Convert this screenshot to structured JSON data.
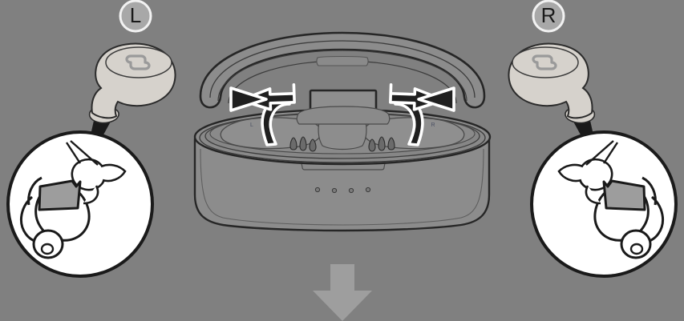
{
  "diagram": {
    "title": "Earbuds charging case setup step",
    "background_color": "#808080",
    "labels": {
      "left_badge": "L",
      "right_badge": "R",
      "well_left": "L",
      "well_right": "R"
    },
    "colors": {
      "background": "#808080",
      "earbud_body": "#d6d2cc",
      "earbud_outline": "#2b2b2b",
      "case_fill": "#8c8c8c",
      "case_outline": "#262626",
      "callout_fill": "#ffffff",
      "callout_outline": "#1a1a1a",
      "arrow_fill": "#1f1f1f",
      "arrow_outline": "#ffffff",
      "down_arrow": "#9e9e9e",
      "badge_fill": "#a8a8a8",
      "badge_ring": "#f2f2f2",
      "sticker_fill": "#9d9d9d",
      "cone_fill": "#1a1a1a"
    },
    "elements": {
      "left_earbud": "earbud-left",
      "right_earbud": "earbud-right",
      "charging_case": "charging-case",
      "case_lid": "case-lid",
      "case_hinge_block": "case-hinge-block",
      "left_well": "earbud-well-left",
      "right_well": "earbud-well-right",
      "left_pins": "charging-pins-left",
      "right_pins": "charging-pins-right",
      "led_indicators": "led-indicator-dots",
      "led_count": 4,
      "rotate_arrow_left": "rotate-arrow-left",
      "rotate_arrow_right": "rotate-arrow-right",
      "down_arrow": "next-step-down-arrow",
      "callout_left": "magnifier-callout-left",
      "callout_right": "magnifier-callout-right",
      "sticker_tab": "protective-sticker-tab",
      "hand_fingers": "hand-pulling-tab"
    }
  }
}
